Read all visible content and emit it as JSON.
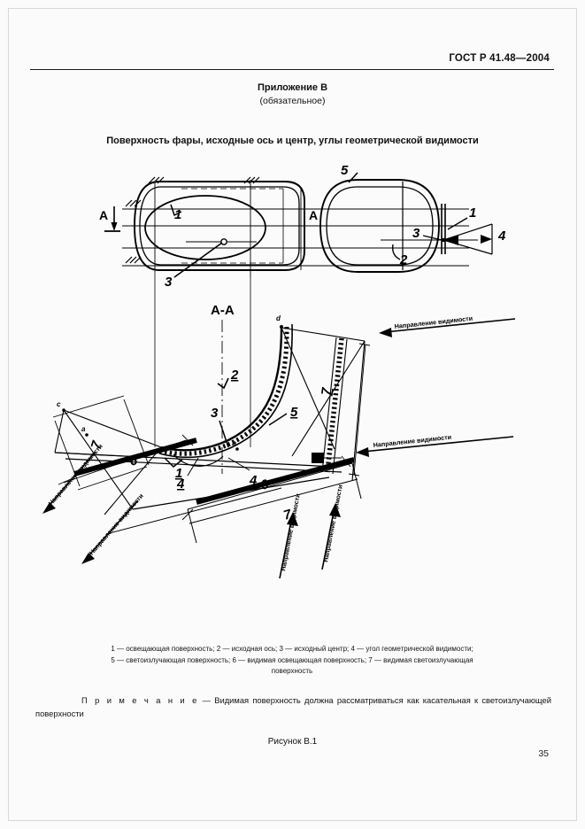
{
  "document": {
    "code": "ГОСТ Р 41.48—2004",
    "page_number": "35"
  },
  "annex": {
    "title": "Приложение В",
    "subtitle": "(обязательное)"
  },
  "figure": {
    "heading": "Поверхность фары, исходные ось и центр, углы геометрической видимости",
    "caption": "Рисунок В.1",
    "section_label": "A",
    "section_view_label": "A-A",
    "direction_label": "Направление видимости",
    "callouts": [
      "1",
      "2",
      "3",
      "4",
      "5",
      "6",
      "7"
    ],
    "point_labels": [
      "a",
      "b",
      "c",
      "d"
    ]
  },
  "legend": {
    "line1": "1 — освещающая поверхность; 2 — исходная ось; 3 — исходный центр; 4 — угол геометрической видимости;",
    "line2": "5 — светоизлучающая поверхность; 6 — видимая освещающая поверхность; 7 — видимая светоизлучающая",
    "line3": "поверхность"
  },
  "note": {
    "label": "П р и м е ч а н и е",
    "dash": " — ",
    "text": "Видимая поверхность должна рассматриваться как касательная к светоизлучающей поверхности"
  },
  "colors": {
    "page_background": "#fbfbfb",
    "ink": "#000000",
    "rule": "#1a1a1a"
  }
}
